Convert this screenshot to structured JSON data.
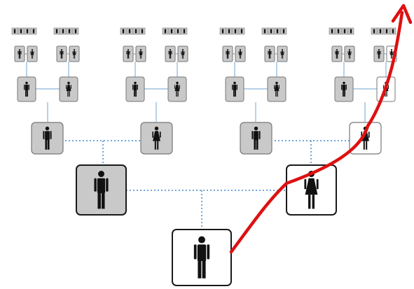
{
  "diagram": {
    "kind": "ancestry-tree",
    "generations": 6,
    "highlighted_lineage": "maternal",
    "arrow_direction": "up-right"
  },
  "people": {
    "root": {
      "sex": "male",
      "highlighted": true
    },
    "g1_father": {
      "sex": "male",
      "highlighted": false
    },
    "g1_mother": {
      "sex": "female",
      "highlighted": true
    },
    "g2_ff": {
      "sex": "male",
      "highlighted": false
    },
    "g2_fm": {
      "sex": "female",
      "highlighted": false
    },
    "g2_mf": {
      "sex": "male",
      "highlighted": false
    },
    "g2_mm": {
      "sex": "female",
      "highlighted": true
    }
  },
  "colors": {
    "box_fill": "#c9c9c9",
    "box_highlight": "#ffffff",
    "box_border": "#1a1a1a",
    "box_border_small": "#777777",
    "figure": "#111111",
    "connector_dotted": "#6fa8dc",
    "connector_solid": "#9fc3e0",
    "arrow": "#dd1111"
  },
  "icons": [
    "male-figure-icon",
    "female-figure-icon",
    "arrow-icon"
  ]
}
